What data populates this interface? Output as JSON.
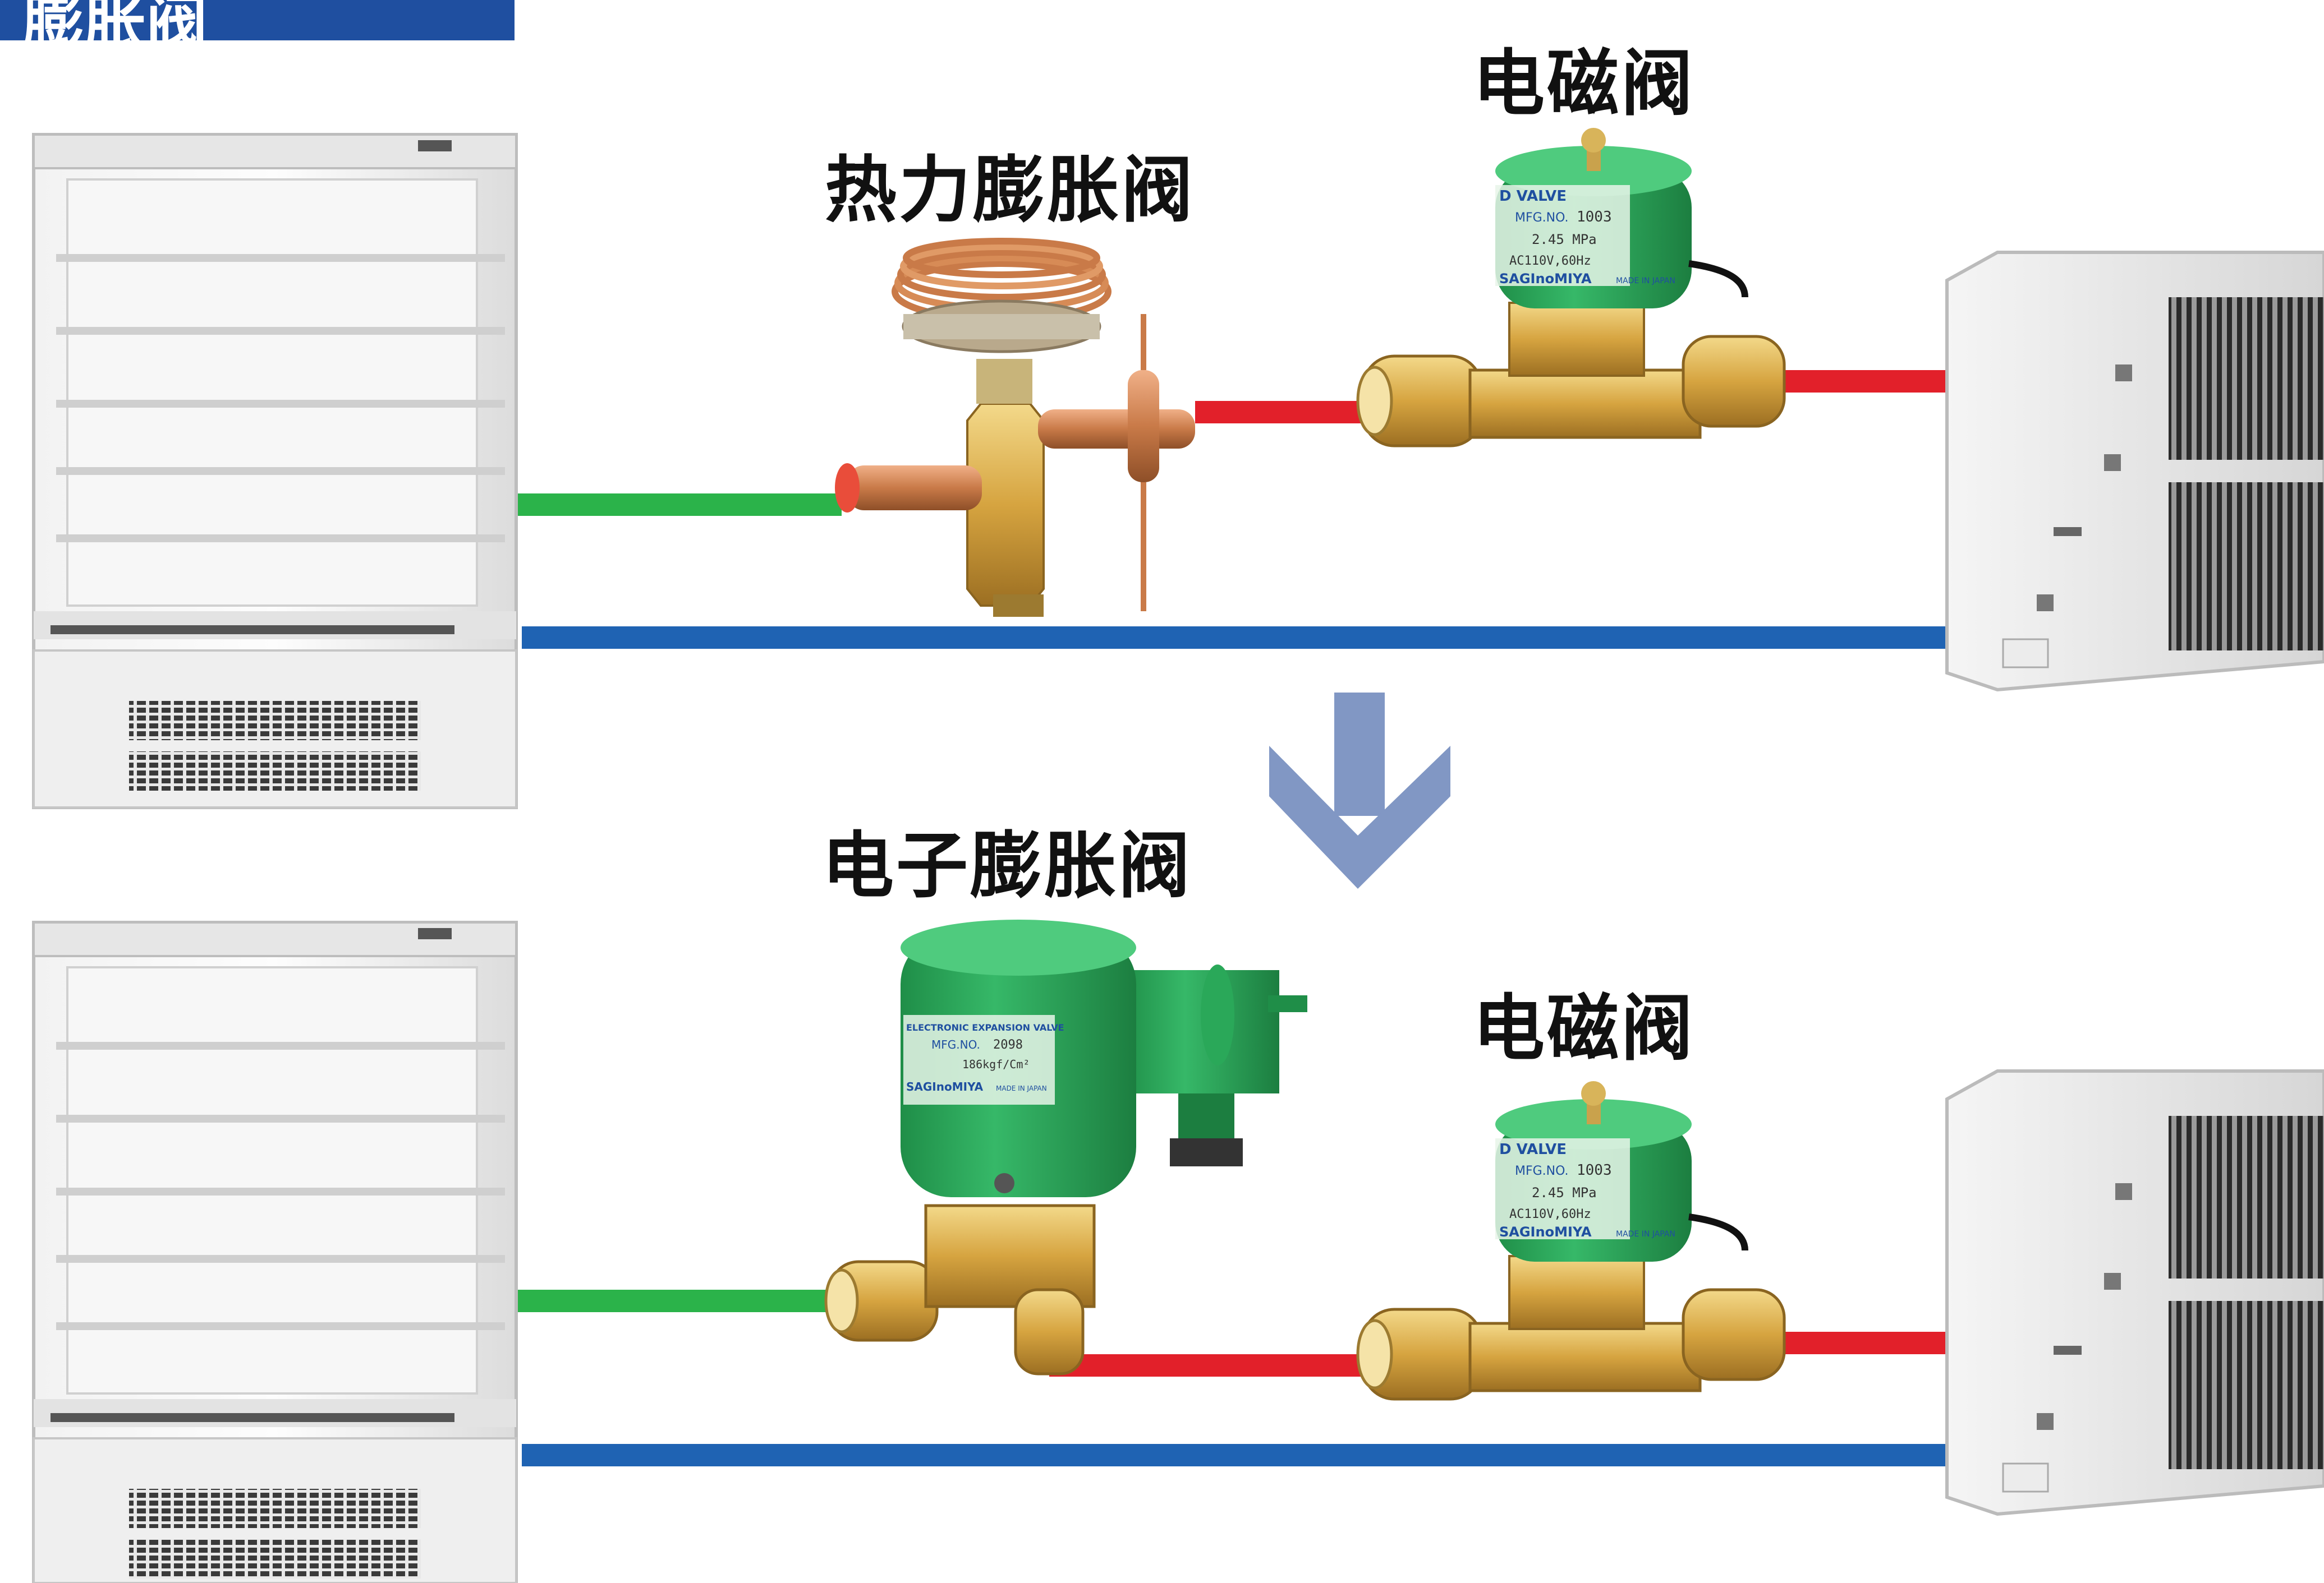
{
  "header": {
    "title": "膨胀阀"
  },
  "top_panel": {
    "txv_label": "热力膨胀阀",
    "solenoid_label": "电磁阀",
    "solenoid_plate": {
      "brand": "SAGInoMIYA",
      "line1": "D VALVE",
      "mfg": "MFG.NO.",
      "serial": "1003",
      "pressure": "2.45 MPa",
      "voltage": "AC110V,60Hz",
      "made": "MADE IN JAPAN"
    }
  },
  "bottom_panel": {
    "eev_label": "电子膨胀阀",
    "solenoid_label": "电磁阀",
    "eev_plate": {
      "line1": "ELECTRONIC EXPANSION VALVE",
      "mfg": "MFG.NO.",
      "serial": "2098",
      "pressure": "186kgf/Cm²",
      "brand": "SAGInoMIYA",
      "made": "MADE IN JAPAN"
    },
    "solenoid_plate": {
      "brand": "SAGInoMIYA",
      "line1": "D VALVE",
      "mfg": "MFG.NO.",
      "serial": "1003",
      "pressure": "2.45 MPa",
      "voltage": "AC110V,60Hz",
      "made": "MADE IN JAPAN"
    }
  },
  "colors": {
    "pipe_green": "#2bb34a",
    "pipe_red": "#e2202a",
    "pipe_blue": "#1f63b3",
    "arrow": "#8197c4",
    "valve_green": "#2aa859",
    "brass": "#d9a94a",
    "copper": "#c97a48"
  },
  "icons": [
    "showcase-fridge-icon",
    "condensing-unit-icon",
    "down-arrow-icon",
    "thermostatic-expansion-valve-icon",
    "solenoid-valve-icon",
    "electronic-expansion-valve-icon"
  ]
}
